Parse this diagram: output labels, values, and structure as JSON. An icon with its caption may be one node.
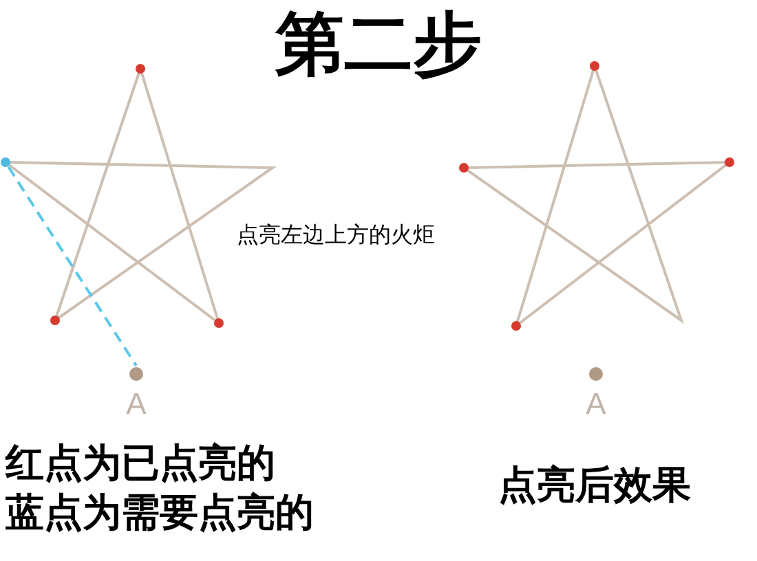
{
  "diagram": {
    "title": "第二步",
    "nodes": [
      {
        "text": [],
        "shape": "circle"
      },
      {
        "text": [
          "A"
        ]
      },
      {
        "text": [
          "A"
        ]
      }
    ],
    "edges": [
      {
        "from": 0,
        "to": 1,
        "arrow": "none",
        "style": "dashed",
        "color": "#5bc8e8"
      }
    ],
    "labels": [
      "点亮左边上方的火炬",
      "红点为已点亮的",
      "蓝点为需要点亮的",
      "点亮后效果"
    ]
  }
}
